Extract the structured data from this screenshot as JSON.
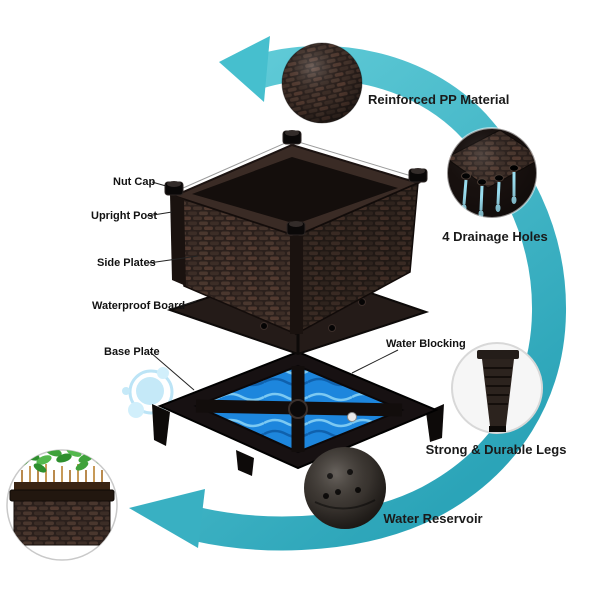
{
  "part_labels": {
    "nut_cap": "Nut Cap",
    "upright_post": "Upright Post",
    "side_plates": "Side Plates",
    "waterproof_board": "Waterproof Board",
    "base_plate": "Base Plate",
    "water_blocking": "Water Blocking"
  },
  "feature_labels": {
    "reinforced_pp": "Reinforced PP Material",
    "drainage_holes": "4 Drainage Holes",
    "durable_legs": "Strong & Durable Legs",
    "water_reservoir": "Water Reservoir"
  },
  "colors": {
    "arrow_teal": "#3fb9c9",
    "planter_brown": "#31251f",
    "water_blue": "#1d86dd",
    "plant_green": "#3fa23b",
    "splash_blue": "#bfe7f8"
  }
}
